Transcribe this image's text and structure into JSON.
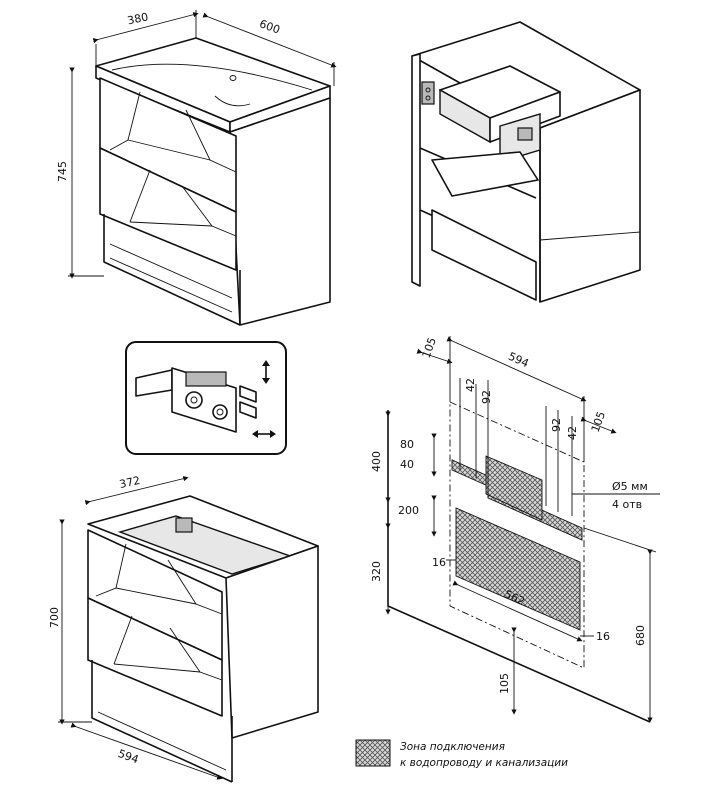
{
  "views": {
    "top_left": {
      "width_depth": "380",
      "width": "600",
      "height": "745"
    },
    "bottom_left": {
      "depth": "372",
      "height": "700",
      "width": "594"
    },
    "mounting": {
      "left_offset": "105",
      "span": "594",
      "right_offset": "105",
      "pipe_a": "42",
      "pipe_b": "92",
      "pipe_c": "92",
      "pipe_d": "42",
      "h_80": "80",
      "h_40": "40",
      "h_400": "400",
      "h_200": "200",
      "h_320": "320",
      "side_16_left": "16",
      "side_16_right": "16",
      "zone_width": "562",
      "bottom_105": "105",
      "h_680": "680",
      "hole_size": "Ø5 мм",
      "hole_count": "4 отв"
    }
  },
  "legend": {
    "line1": "Зона подключения",
    "line2": "к водопроводу и канализации"
  },
  "colors": {
    "line": "#111111",
    "hatch": "#6e6e6e",
    "background": "#ffffff"
  },
  "icons": {
    "hinge": "drawer-runner-detail",
    "adjust_vertical": "up-down-arrow-icon",
    "adjust_horizontal": "left-right-arrow-icon"
  }
}
